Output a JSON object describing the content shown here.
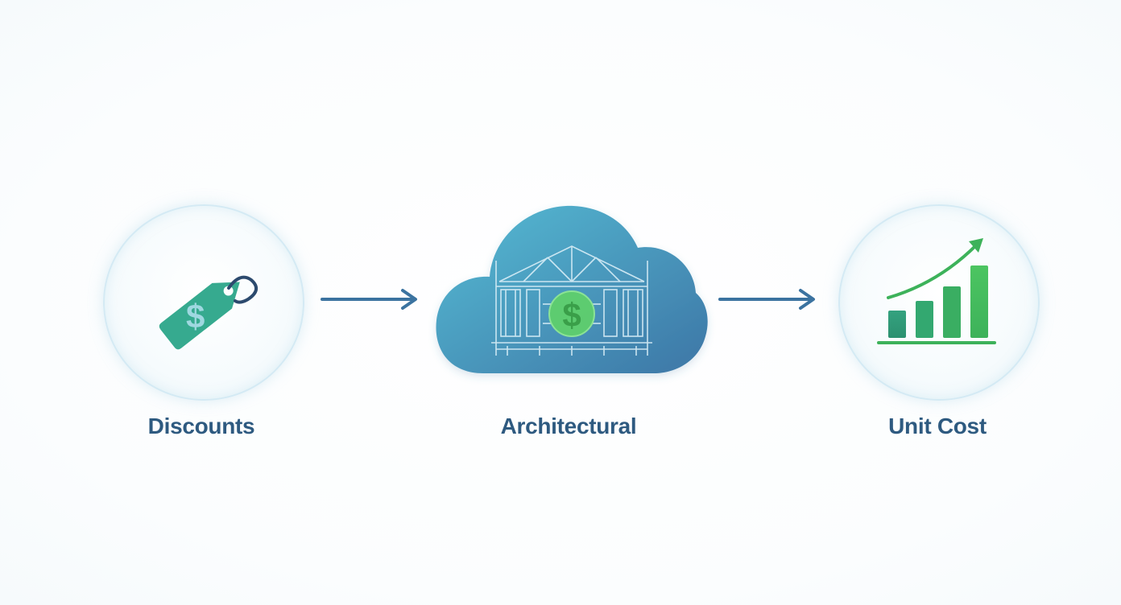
{
  "nodes": [
    {
      "id": "discounts",
      "label": "Discounts",
      "icon": "price-tag-icon"
    },
    {
      "id": "architectural",
      "label": "Architectural",
      "icon": "cloud-building-dollar-icon"
    },
    {
      "id": "unit_cost",
      "label": "Unit Cost",
      "icon": "bar-chart-growth-icon"
    }
  ],
  "edges": [
    {
      "from": "discounts",
      "to": "architectural"
    },
    {
      "from": "architectural",
      "to": "unit_cost"
    }
  ],
  "colors": {
    "label_text": "#2e5a80",
    "arrow": "#3b73a0",
    "tag_fill": "#36aa8f",
    "cloud_top": "#56bcd4",
    "cloud_bottom": "#3d76a6",
    "dollar_green": "#5fcf6b",
    "chart_green": "#3db25a",
    "circle_border": "#d4eaf4"
  }
}
